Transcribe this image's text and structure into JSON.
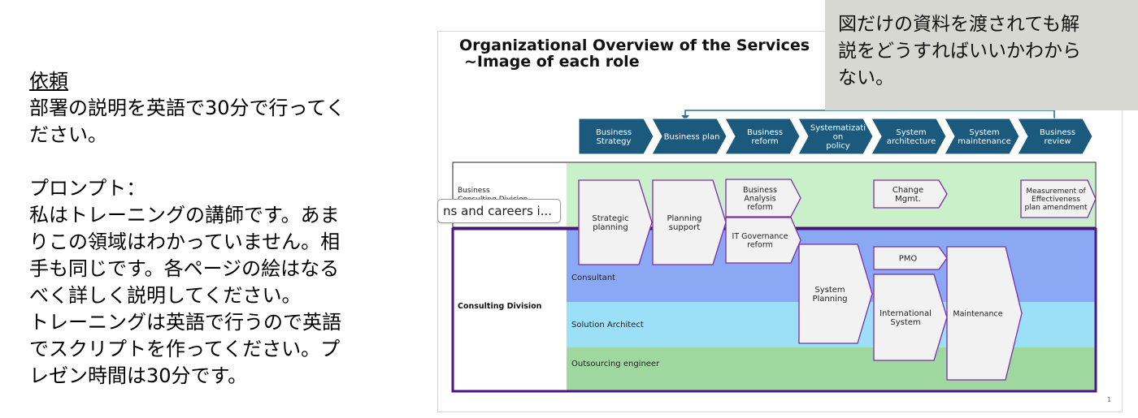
{
  "request": {
    "heading": "依頼",
    "lines": [
      "部署の説明を英語で30分で行ってく",
      "ださい。"
    ],
    "prompt_label": "プロンプト：",
    "prompt_lines": [
      "私はトレーニングの講師です。あま",
      "りこの領域はわかっていません。相",
      "手も同じです。各ページの絵はなる",
      "べく詳しく説明してください。",
      "トレーニングは英語で行うので英語",
      "でスクリプトを作ってください。プ",
      "レゼン時間は30分です。"
    ]
  },
  "slide": {
    "title_line1": "Organizational Overview of the Services",
    "title_line2": "~Image of each role",
    "page_number": "1",
    "process_steps": [
      [
        "Business",
        "Strategy"
      ],
      [
        "Business plan"
      ],
      [
        "Business",
        "reform"
      ],
      [
        "Systematizati",
        "on",
        "policy"
      ],
      [
        "System",
        "architecture"
      ],
      [
        "System",
        "maintenance"
      ],
      [
        "Business",
        "review"
      ]
    ],
    "divisions": {
      "business": [
        "Business",
        "Consulting Division"
      ],
      "consulting": "Consulting Division"
    },
    "roles": {
      "consultant": "Consultant",
      "solution_architect": "Solution Architect",
      "outsourcing_engineer": "Outsourcing engineer"
    },
    "activities": {
      "strategic_planning": [
        "Strategic",
        "planning"
      ],
      "planning_support": [
        "Planning",
        "support"
      ],
      "business_analysis": [
        "Business",
        "Analysis",
        "reform"
      ],
      "it_governance": [
        "IT Governance",
        "reform"
      ],
      "system_planning": [
        "System",
        "Planning"
      ],
      "change_mgmt": [
        "Change",
        "Mgmt."
      ],
      "pmo": "PMO",
      "international_system": [
        "International",
        "System"
      ],
      "maintenance": "Maintenance",
      "measurement": [
        "Measurement of",
        "Effectiveness",
        "plan amendment"
      ]
    },
    "colors": {
      "chevron": "#1b5a7c",
      "business_band": "#c9f0c9",
      "consultant_band": "#8aa8f4",
      "solution_band": "#9be0f7",
      "outsourcing_band": "#9ed89e",
      "consulting_border": "#4b1685",
      "box_border": "#7a2fa8",
      "box_fill": "#f2f2f2"
    }
  },
  "search_pill": "ns and careers i...",
  "note": {
    "lines": [
      "図だけの資料を渡されても解",
      "説をどうすればいいかわから",
      "ない。"
    ]
  }
}
